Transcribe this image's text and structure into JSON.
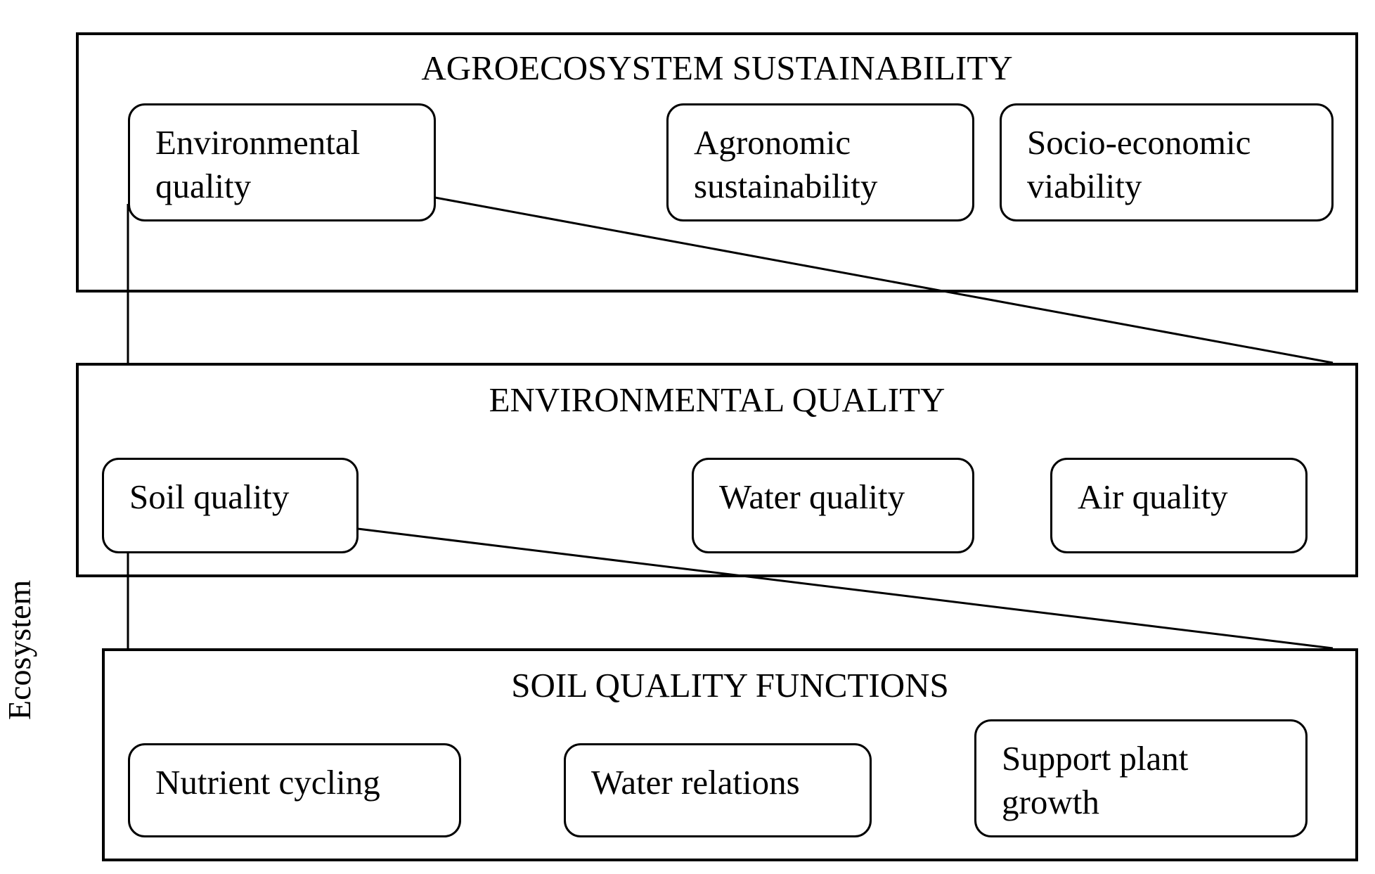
{
  "side_label": "Ecosystem",
  "layers": [
    {
      "title": "AGROECOSYSTEM SUSTAINABILITY",
      "items": [
        {
          "lines": [
            "Environmental",
            "quality"
          ]
        },
        {
          "lines": [
            "Agronomic",
            "sustainability"
          ]
        },
        {
          "lines": [
            "Socio-economic",
            "viability"
          ]
        }
      ]
    },
    {
      "title": "ENVIRONMENTAL QUALITY",
      "items": [
        {
          "lines": [
            "Soil quality"
          ]
        },
        {
          "lines": [
            "Water quality"
          ]
        },
        {
          "lines": [
            "Air quality"
          ]
        }
      ]
    },
    {
      "title": "SOIL QUALITY FUNCTIONS",
      "items": [
        {
          "lines": [
            "Nutrient cycling"
          ]
        },
        {
          "lines": [
            "Water relations"
          ]
        },
        {
          "lines": [
            "Support plant",
            "growth"
          ]
        }
      ]
    }
  ],
  "connections": [
    {
      "from": "Environmental quality",
      "to": "ENVIRONMENTAL QUALITY"
    },
    {
      "from": "Soil quality",
      "to": "SOIL QUALITY FUNCTIONS"
    }
  ],
  "colors": {
    "stroke": "#000000",
    "background": "#ffffff"
  }
}
